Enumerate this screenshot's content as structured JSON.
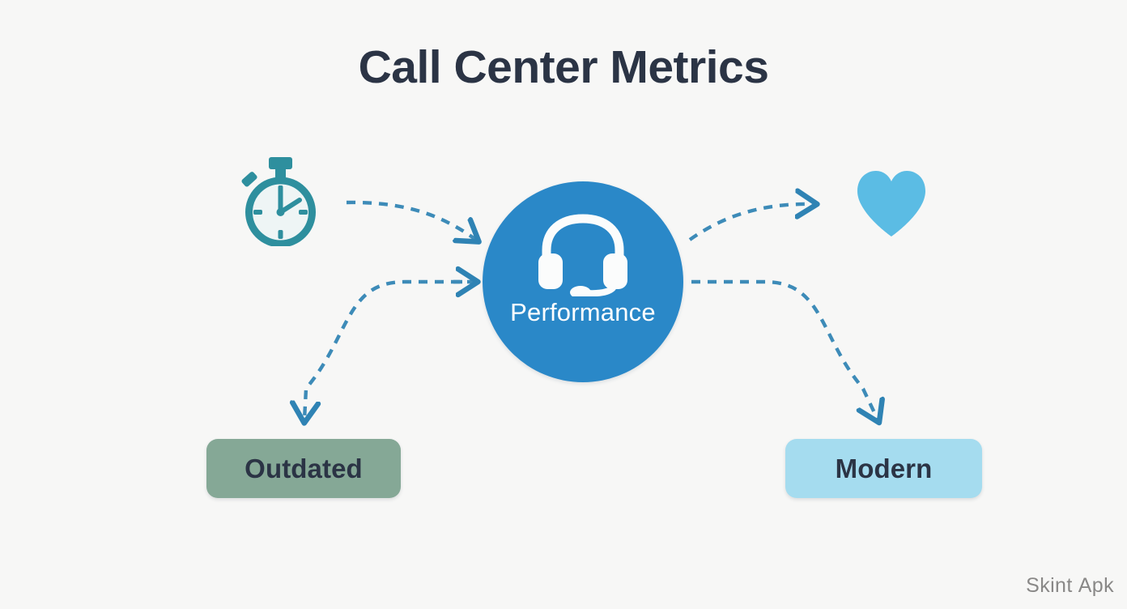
{
  "page": {
    "title": "Call Center Metrics",
    "background_color": "#f7f7f6",
    "title_color": "#2b3445"
  },
  "diagram": {
    "type": "concept-map",
    "center": {
      "label": "Performance",
      "icon": "headset-icon",
      "shape": "circle",
      "fill_color": "#2a88c8",
      "text_color": "#ffffff"
    },
    "nodes": [
      {
        "id": "stopwatch",
        "icon": "stopwatch-icon",
        "label": "",
        "color": "#2e8f9e",
        "position": "top-left"
      },
      {
        "id": "heart",
        "icon": "heart-icon",
        "label": "",
        "color": "#5bbce4",
        "position": "top-right"
      },
      {
        "id": "outdated",
        "icon": "",
        "label": "Outdated",
        "color": "#85a896",
        "text_color": "#2b3445",
        "position": "bottom-left"
      },
      {
        "id": "modern",
        "icon": "",
        "label": "Modern",
        "color": "#a5dcef",
        "text_color": "#2b3445",
        "position": "bottom-right"
      }
    ],
    "connectors": [
      {
        "id": "stopwatch-to-center",
        "from": "stopwatch",
        "to": "center",
        "style": "dashed",
        "color": "#3d8bb8",
        "arrowhead": true
      },
      {
        "id": "center-to-heart",
        "from": "center",
        "to": "heart",
        "style": "dashed",
        "color": "#3d8bb8",
        "arrowhead": true
      },
      {
        "id": "outdated-to-center",
        "from": "outdated",
        "to": "center",
        "style": "dashed",
        "color": "#3d8bb8",
        "arrowhead": "both"
      },
      {
        "id": "center-to-modern",
        "from": "center",
        "to": "modern",
        "style": "dashed",
        "color": "#3d8bb8",
        "arrowhead": "both"
      }
    ]
  },
  "watermark": {
    "name": "Skint",
    "mark": "Apk",
    "color": "#807f7e"
  }
}
